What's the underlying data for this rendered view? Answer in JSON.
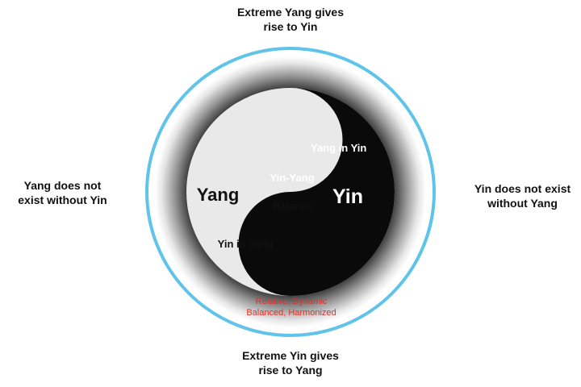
{
  "captions": {
    "top": [
      "Extreme Yang gives",
      "rise to Yin"
    ],
    "bottom": [
      "Extreme Yin gives",
      "rise to Yang"
    ],
    "left": [
      "Yang does not",
      "exist without Yin"
    ],
    "right": [
      "Yin does not exist",
      "without Yang"
    ]
  },
  "symbol": {
    "yang_label": "Yang",
    "yin_label": "Yin",
    "center_top": "Yin-Yang",
    "center_bottom": "Balance",
    "yang_in_yin": "Yang in Yin",
    "yin_in_yang": "Yin in Yang",
    "attributes": [
      "Relative, Dynamic",
      "Balanced, Harmonized"
    ]
  },
  "colors": {
    "ring": "#5fc3ea",
    "yin": "#0a0a0a",
    "yang": "#e9e9e9",
    "attributes_text": "#e0302a"
  }
}
